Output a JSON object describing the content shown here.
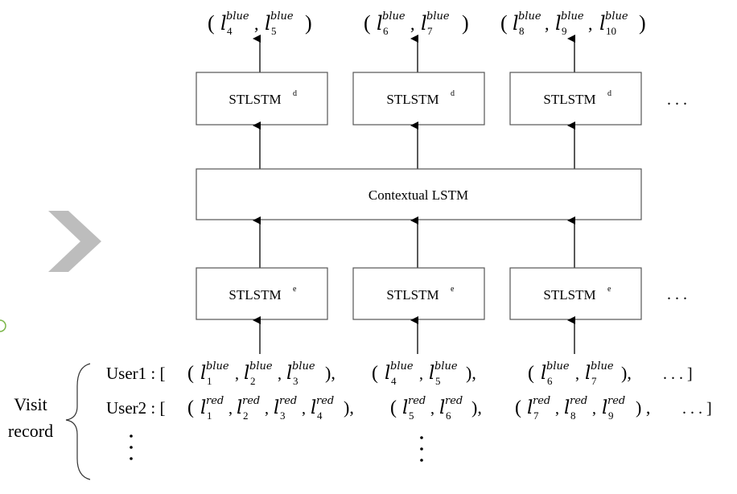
{
  "top_outputs": [
    {
      "open": "(",
      "letter": "l",
      "pairs": [
        [
          "blue",
          "4"
        ],
        [
          "blue",
          "5"
        ]
      ],
      "close": ")"
    },
    {
      "open": "(",
      "letter": "l",
      "pairs": [
        [
          "blue",
          "6"
        ],
        [
          "blue",
          "7"
        ]
      ],
      "close": ")"
    },
    {
      "open": "(",
      "letter": "l",
      "pairs": [
        [
          "blue",
          "8"
        ],
        [
          "blue",
          "9"
        ],
        [
          "blue",
          "10"
        ]
      ],
      "close": ")"
    }
  ],
  "decoder": {
    "label": "STLSTM",
    "sup": "d"
  },
  "encoder": {
    "label": "STLSTM",
    "sup": "e"
  },
  "contextual": {
    "label": "Contextual LSTM"
  },
  "ellipsis_h": ". . .",
  "visit_record": {
    "line1": "Visit",
    "line2": "record"
  },
  "user1": {
    "label": "User1 : [",
    "groups": [
      {
        "pairs": [
          [
            "blue",
            "1"
          ],
          [
            "blue",
            "2"
          ],
          [
            "blue",
            "3"
          ]
        ],
        "tail": "),"
      },
      {
        "pairs": [
          [
            "blue",
            "4"
          ],
          [
            "blue",
            "5"
          ]
        ],
        "tail": "),"
      },
      {
        "pairs": [
          [
            "blue",
            "6"
          ],
          [
            "blue",
            "7"
          ]
        ],
        "tail": "),"
      }
    ],
    "end": ". . . ]"
  },
  "user2": {
    "label": "User2 : [",
    "groups": [
      {
        "pairs": [
          [
            "red",
            "1"
          ],
          [
            "red",
            "2"
          ],
          [
            "red",
            "3"
          ],
          [
            "red",
            "4"
          ]
        ],
        "tail": "),"
      },
      {
        "pairs": [
          [
            "red",
            "5"
          ],
          [
            "red",
            "6"
          ]
        ],
        "tail": "),"
      },
      {
        "pairs": [
          [
            "red",
            "7"
          ],
          [
            "red",
            "8"
          ],
          [
            "red",
            "9"
          ]
        ],
        "tail": ") ,"
      }
    ],
    "end": ". . . ]"
  },
  "colors": {
    "box_stroke": "#555555",
    "chevron": "#bdbdbd",
    "green_dot": "#7ab648"
  }
}
